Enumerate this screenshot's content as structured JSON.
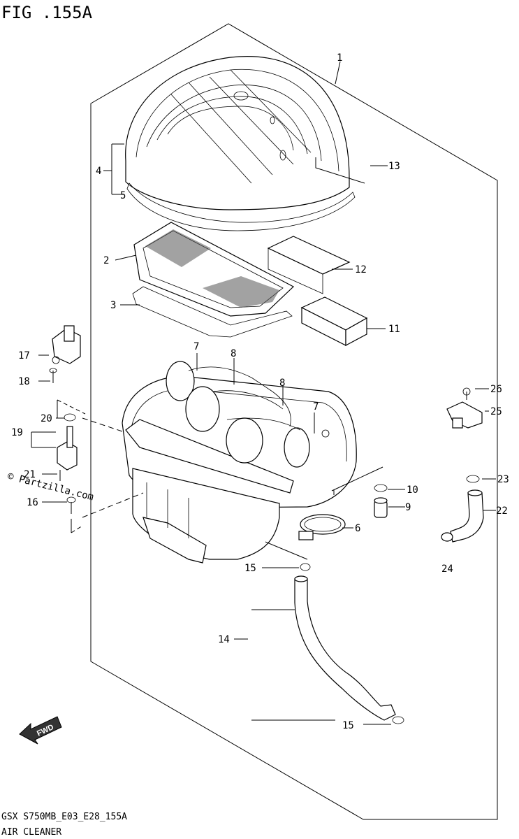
{
  "figure": {
    "title": "FIG .155A",
    "code": "GSX S750MB_E03_E28_155A",
    "caption": "AIR CLEANER",
    "watermark": "© Partzilla.com",
    "fwd_label": "FWD"
  },
  "callouts": [
    "1",
    "2",
    "3",
    "4",
    "5",
    "6",
    "7",
    "7",
    "8",
    "8",
    "9",
    "10",
    "11",
    "12",
    "13",
    "14",
    "15",
    "15",
    "16",
    "17",
    "18",
    "19",
    "20",
    "21",
    "22",
    "23",
    "24",
    "25",
    "26"
  ]
}
